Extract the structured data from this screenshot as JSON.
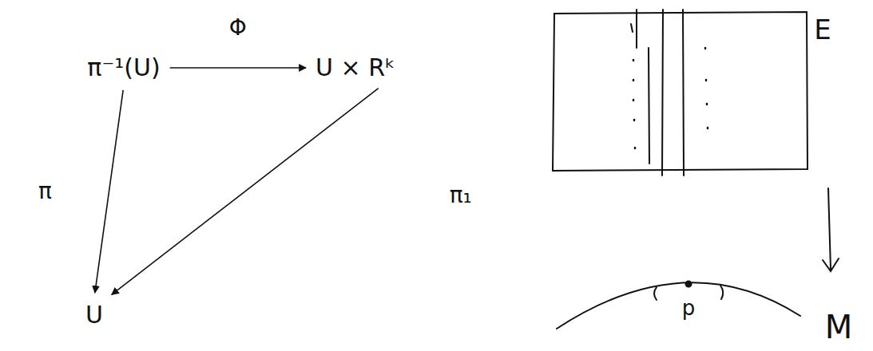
{
  "diagram": {
    "nodes": [
      {
        "text": [
          "π⁻¹(U)"
        ]
      },
      {
        "text": [
          "U × Rᵏ"
        ]
      },
      {
        "text": [
          "U"
        ]
      }
    ],
    "edges": [
      {
        "from": 0,
        "to": 1,
        "arrow": "to",
        "label": "Φ"
      },
      {
        "from": 0,
        "to": 2,
        "arrow": "to",
        "label": "π"
      },
      {
        "from": 1,
        "to": 2,
        "arrow": "to",
        "label": "π₁"
      }
    ],
    "labels": [
      "E",
      "p",
      "M"
    ]
  }
}
